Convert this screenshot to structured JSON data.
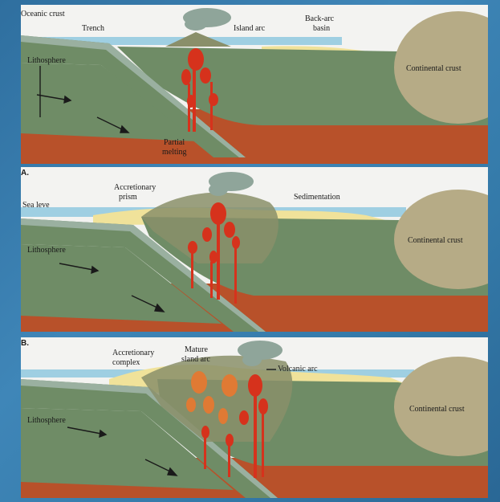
{
  "panel_top": {
    "labels": {
      "oceanic_crust": "Oceanic crust",
      "trench": "Trench",
      "island_arc": "Island arc",
      "back_arc_basin_1": "Back-arc",
      "back_arc_basin_2": "basin",
      "continental_crust": "Continental crust",
      "lithosphere": "Lithosphere",
      "partial_melting_1": "Partial",
      "partial_melting_2": "melting"
    }
  },
  "panel_a": {
    "letter": "A.",
    "labels": {
      "sea_level": "Sea leve",
      "accretionary_prism_1": "Accretionary",
      "accretionary_prism_2": "prism",
      "sedimentation": "Sedimentation",
      "continental_crust": "Continental crust",
      "lithosphere": "Lithosphere"
    }
  },
  "panel_b": {
    "letter": "B.",
    "labels": {
      "accretionary_complex_1": "Accretionary",
      "accretionary_complex_2": "complex",
      "mature_island_arc_1": "Mature",
      "mature_island_arc_2": "sland arc",
      "volcanic_arc": "Volcanic arc",
      "continental_crust": "Continental crust",
      "lithosphere": "Lithosphere"
    }
  },
  "colors": {
    "sky": "#f3f3f1",
    "ocean": "#9fcfe2",
    "lithosphere": "#6f8c66",
    "lithosphere_band": "#9ab0a0",
    "asthenosphere": "#b8512a",
    "continent": "#b6ab86",
    "sediment": "#f0e29a",
    "magma": "#d6321c",
    "magma_old": "#e07a34",
    "smoke": "#8fa59a"
  }
}
